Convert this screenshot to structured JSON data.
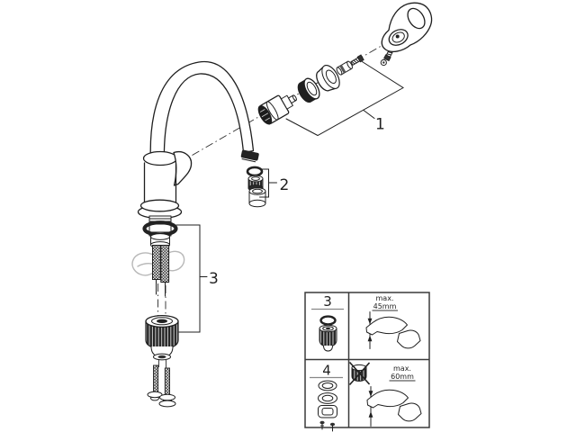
{
  "figure": {
    "background": "#ffffff",
    "line_color": "#1f1f1f",
    "ghost_color": "#b8b8b8"
  },
  "callouts": {
    "part1": "1",
    "part2": "2",
    "part3": "3"
  },
  "inset": {
    "rows": [
      {
        "label": "3",
        "max_text": "max.",
        "dimension": "45mm"
      },
      {
        "label": "4",
        "max_text": "max.",
        "dimension": "60mm"
      }
    ]
  }
}
